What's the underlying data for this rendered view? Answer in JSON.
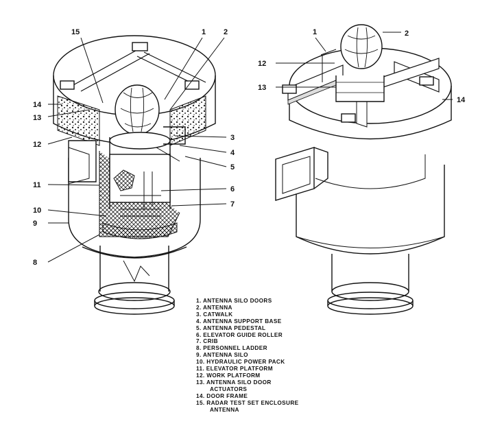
{
  "callouts": {
    "left": [
      "15",
      "1",
      "2",
      "14",
      "13",
      "12",
      "3",
      "4",
      "5",
      "11",
      "6",
      "7",
      "10",
      "9",
      "8"
    ],
    "right": [
      "1",
      "2",
      "12",
      "13",
      "14"
    ]
  },
  "legend": [
    "1. ANTENNA SILO DOORS",
    "2. ANTENNA",
    "3. CATWALK",
    "4. ANTENNA SUPPORT BASE",
    "5. ANTENNA PEDESTAL",
    "6. ELEVATOR GUIDE ROLLER",
    "7. CRIB",
    "8. PERSONNEL LADDER",
    "9. ANTENNA SILO",
    "10. HYDRAULIC POWER PACK",
    "11. ELEVATOR PLATFORM",
    "12. WORK PLATFORM",
    "13. ANTENNA SILO DOOR",
    "ACTUATORS",
    "14. DOOR FRAME",
    "15. RADAR TEST SET ENCLOSURE",
    "ANTENNA"
  ]
}
